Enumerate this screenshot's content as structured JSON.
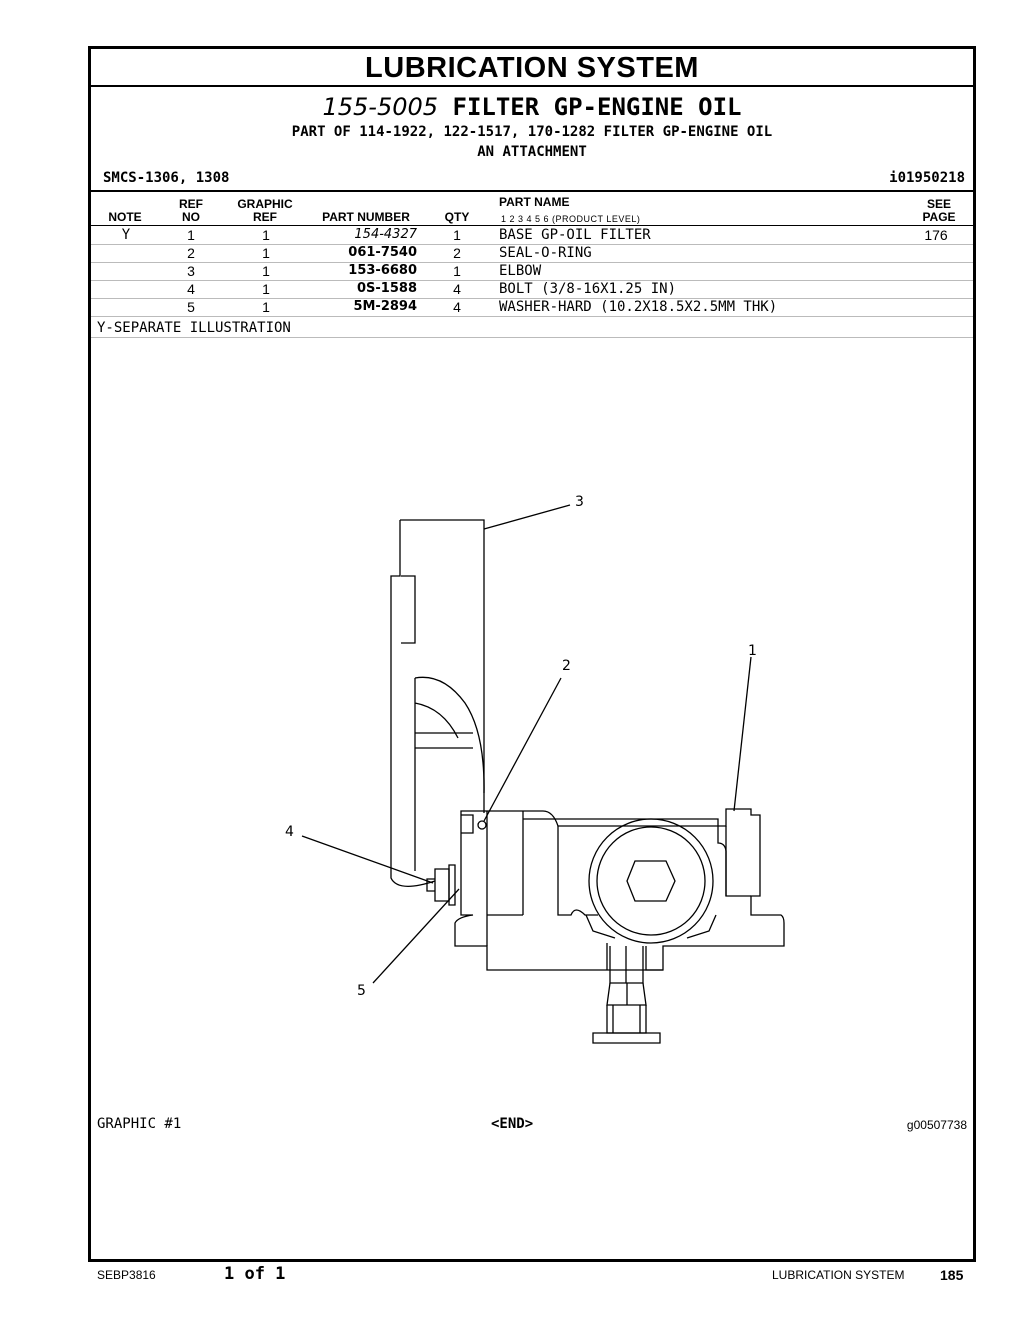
{
  "section_title": "LUBRICATION SYSTEM",
  "group": {
    "number": "155-5005",
    "name": "FILTER GP-ENGINE OIL",
    "part_of": "PART OF 114-1922, 122-1517, 170-1282 FILTER GP-ENGINE OIL",
    "attachment": "AN ATTACHMENT"
  },
  "smcs": "SMCS-1306, 1308",
  "illustration_id": "i01950218",
  "table": {
    "headers": {
      "note": "NOTE",
      "ref_top": "REF",
      "ref_bottom": "NO",
      "graphic_top": "GRAPHIC",
      "graphic_bottom": "REF",
      "part_number": "PART NUMBER",
      "qty": "QTY",
      "part_name": "PART NAME",
      "product_level": "1   2   3   4   5   6   (PRODUCT LEVEL)",
      "see_top": "SEE",
      "see_bottom": "PAGE"
    },
    "rows": [
      {
        "note": "Y",
        "ref": "1",
        "graphic": "1",
        "part_number": "154-4327",
        "qty": "1",
        "name": "BASE GP-OIL FILTER",
        "see_page": "176"
      },
      {
        "note": "",
        "ref": "2",
        "graphic": "1",
        "part_number": "061-7540",
        "qty": "2",
        "name": "SEAL-O-RING",
        "see_page": ""
      },
      {
        "note": "",
        "ref": "3",
        "graphic": "1",
        "part_number": "153-6680",
        "qty": "1",
        "name": "ELBOW",
        "see_page": ""
      },
      {
        "note": "",
        "ref": "4",
        "graphic": "1",
        "part_number": "0S-1588",
        "qty": "4",
        "name": "BOLT (3/8-16X1.25 IN)",
        "see_page": ""
      },
      {
        "note": "",
        "ref": "5",
        "graphic": "1",
        "part_number": "5M-2894",
        "qty": "4",
        "name": "WASHER-HARD (10.2X18.5X2.5MM THK)",
        "see_page": ""
      }
    ],
    "note_text": "Y-SEPARATE ILLUSTRATION"
  },
  "graphic": {
    "callouts": [
      "1",
      "2",
      "3",
      "4",
      "5"
    ],
    "label": "GRAPHIC #1",
    "end": "<END>",
    "id": "g00507738"
  },
  "footer": {
    "doc_id": "SEBP3816",
    "page_of": "1 of 1",
    "section": "LUBRICATION SYSTEM",
    "page_number": "185"
  }
}
